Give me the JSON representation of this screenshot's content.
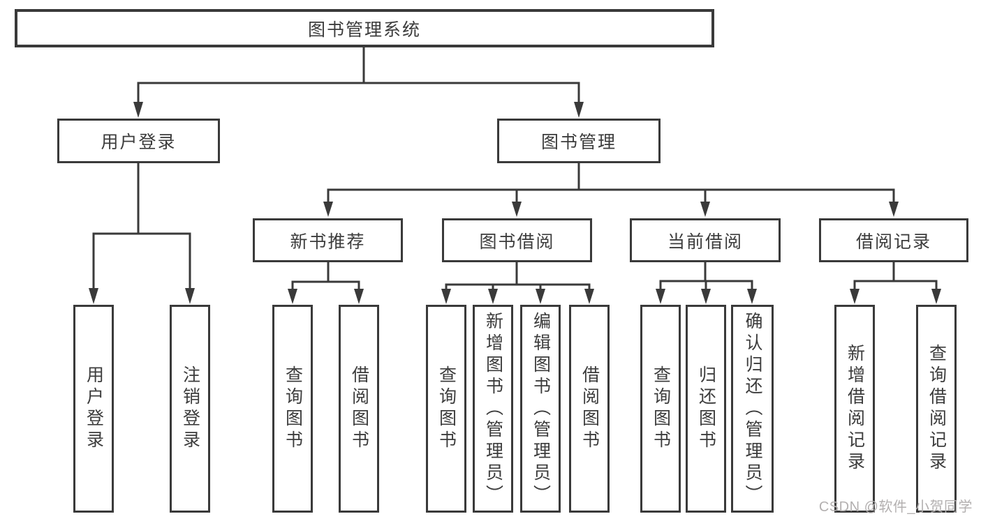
{
  "nodes": {
    "root": "图书管理系统",
    "user_login": "用户登录",
    "book_mgmt": "图书管理",
    "new_book": "新书推荐",
    "book_borrow": "图书借阅",
    "current_borrow": "当前借阅",
    "borrow_records": "借阅记录"
  },
  "leaves": [
    {
      "label": "用户登录"
    },
    {
      "label": "注销登录"
    },
    {
      "label": "查询图书"
    },
    {
      "label": "借阅图书"
    },
    {
      "label": "查询图书"
    },
    {
      "label": "新增图书（管理员）"
    },
    {
      "label": "编辑图书（管理员）"
    },
    {
      "label": "借阅图书"
    },
    {
      "label": "查询图书"
    },
    {
      "label": "归还图书"
    },
    {
      "label": "确认归还（管理员）"
    },
    {
      "label": "新增借阅记录"
    },
    {
      "label": "查询借阅记录"
    }
  ],
  "watermark": "CSDN @软件_小贺同学",
  "colors": {
    "line": "#3a3a3a",
    "text": "#3c3c3c",
    "background": "#ffffff",
    "watermark": "#b3b0b0"
  }
}
